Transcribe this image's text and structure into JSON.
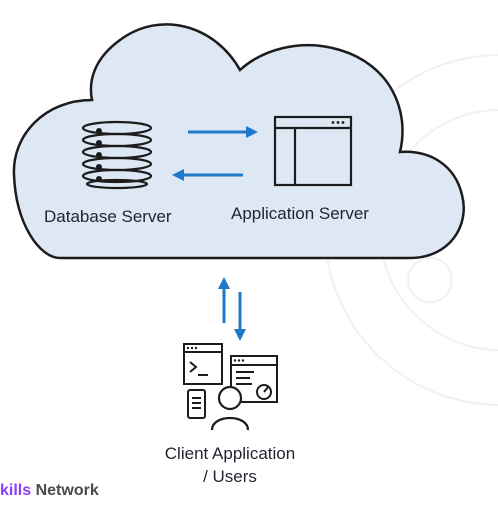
{
  "diagram": {
    "cloud": {
      "database_server_label": "Database Server",
      "application_server_label": "Application Server"
    },
    "client_label_line1": "Client Application",
    "client_label_line2": "/ Users"
  },
  "branding": {
    "accent": "kills",
    "rest": " Network"
  },
  "colors": {
    "cloud_fill": "#dde8f4",
    "outline": "#1c1c1c",
    "arrow": "#1f78c8",
    "brand_accent": "#8a3ffc"
  },
  "icons": [
    "database-icon",
    "application-window-icon",
    "terminal-window-icon",
    "dashboard-window-icon",
    "mobile-device-icon",
    "user-icon"
  ]
}
